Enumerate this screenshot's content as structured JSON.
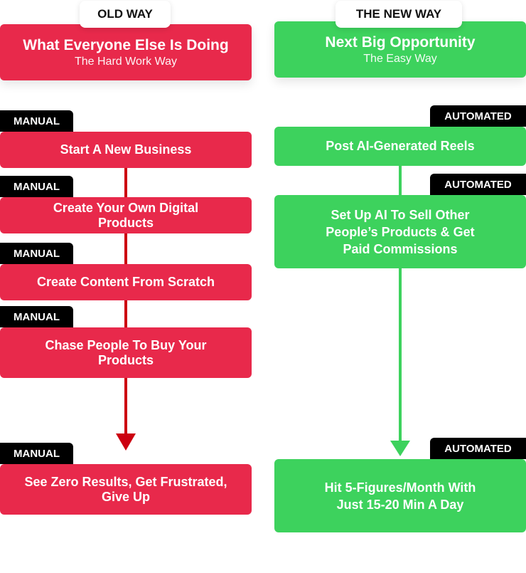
{
  "colors": {
    "old_accent": "#e8294b",
    "new_accent": "#3dd25d",
    "old_arrow": "#cc0010",
    "tag_bg": "#000000"
  },
  "old_way": {
    "pill_label": "OLD WAY",
    "header_title": "What Everyone Else Is Doing",
    "header_subtitle": "The Hard Work Way",
    "steps": [
      {
        "tag": "MANUAL",
        "label": "Start A New Business"
      },
      {
        "tag": "MANUAL",
        "label": "Create Your Own Digital Products"
      },
      {
        "tag": "MANUAL",
        "label": "Create Content From Scratch"
      },
      {
        "tag": "MANUAL",
        "label": "Chase People To Buy Your Products"
      },
      {
        "tag": "MANUAL",
        "label": "See Zero Results, Get Frustrated, Give Up"
      }
    ],
    "arrow_icon": "arrow-down-icon"
  },
  "new_way": {
    "pill_label": "THE NEW WAY",
    "header_title": "Next Big Opportunity",
    "header_subtitle": "The Easy Way",
    "steps": [
      {
        "tag": "AUTOMATED",
        "label": "Post AI-Generated Reels"
      },
      {
        "tag": "AUTOMATED",
        "label": "Set Up AI To Sell Other People’s Products & Get Paid Commissions"
      },
      {
        "tag": "AUTOMATED",
        "label": "Hit 5-Figures/Month With Just 15-20 Min A Day"
      }
    ],
    "arrow_icon": "arrow-down-icon"
  }
}
